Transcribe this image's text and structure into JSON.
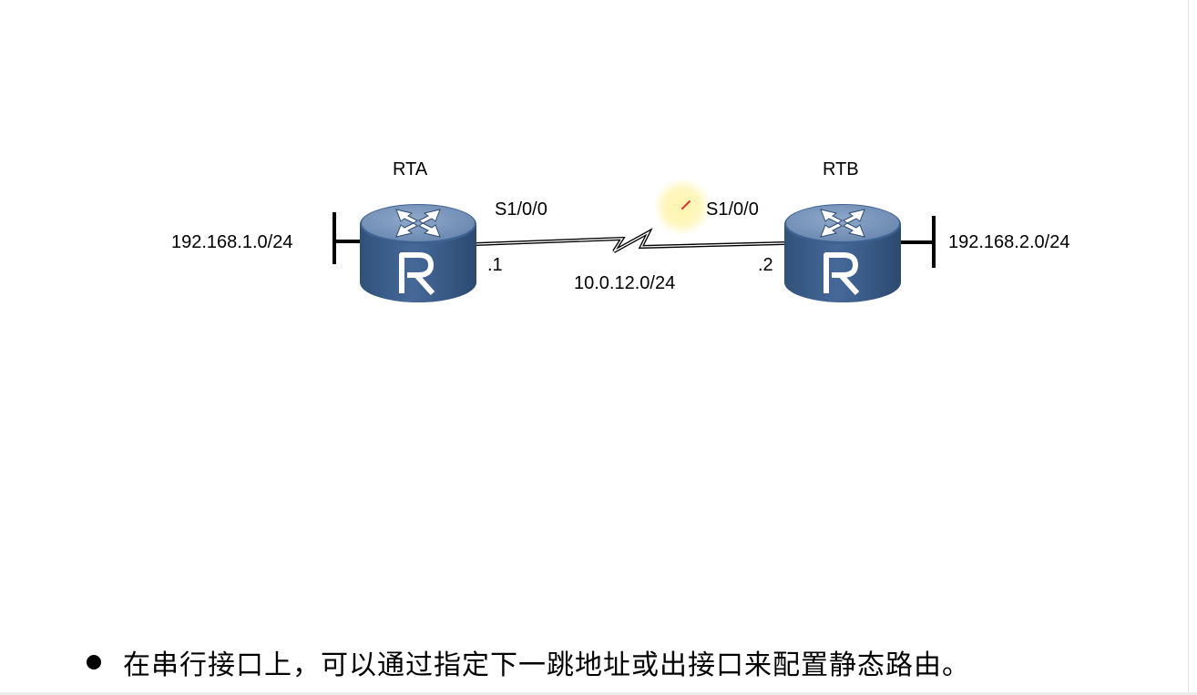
{
  "diagram": {
    "routers": [
      {
        "name": "RTA",
        "badge": "R",
        "interface": "S1/0/0",
        "host_id": ".1",
        "lan": "192.168.1.0/24"
      },
      {
        "name": "RTB",
        "badge": "R",
        "interface": "S1/0/0",
        "host_id": ".2",
        "lan": "192.168.2.0/24"
      }
    ],
    "serial_network": "10.0.12.0/24",
    "colors": {
      "router_top": "#6f8fb8",
      "router_body": "#3a5f8a",
      "router_rim": "#4d73a1",
      "line": "#000000",
      "laser_halo": "#fff4aa",
      "laser_dot": "#e83030"
    }
  },
  "bullet": {
    "text": "在串行接口上，可以通过指定下一跳地址或出接口来配置静态路由。"
  },
  "icons": {
    "router": "router-icon",
    "pointer": "laser-pointer-icon",
    "bullet": "bullet-icon"
  }
}
